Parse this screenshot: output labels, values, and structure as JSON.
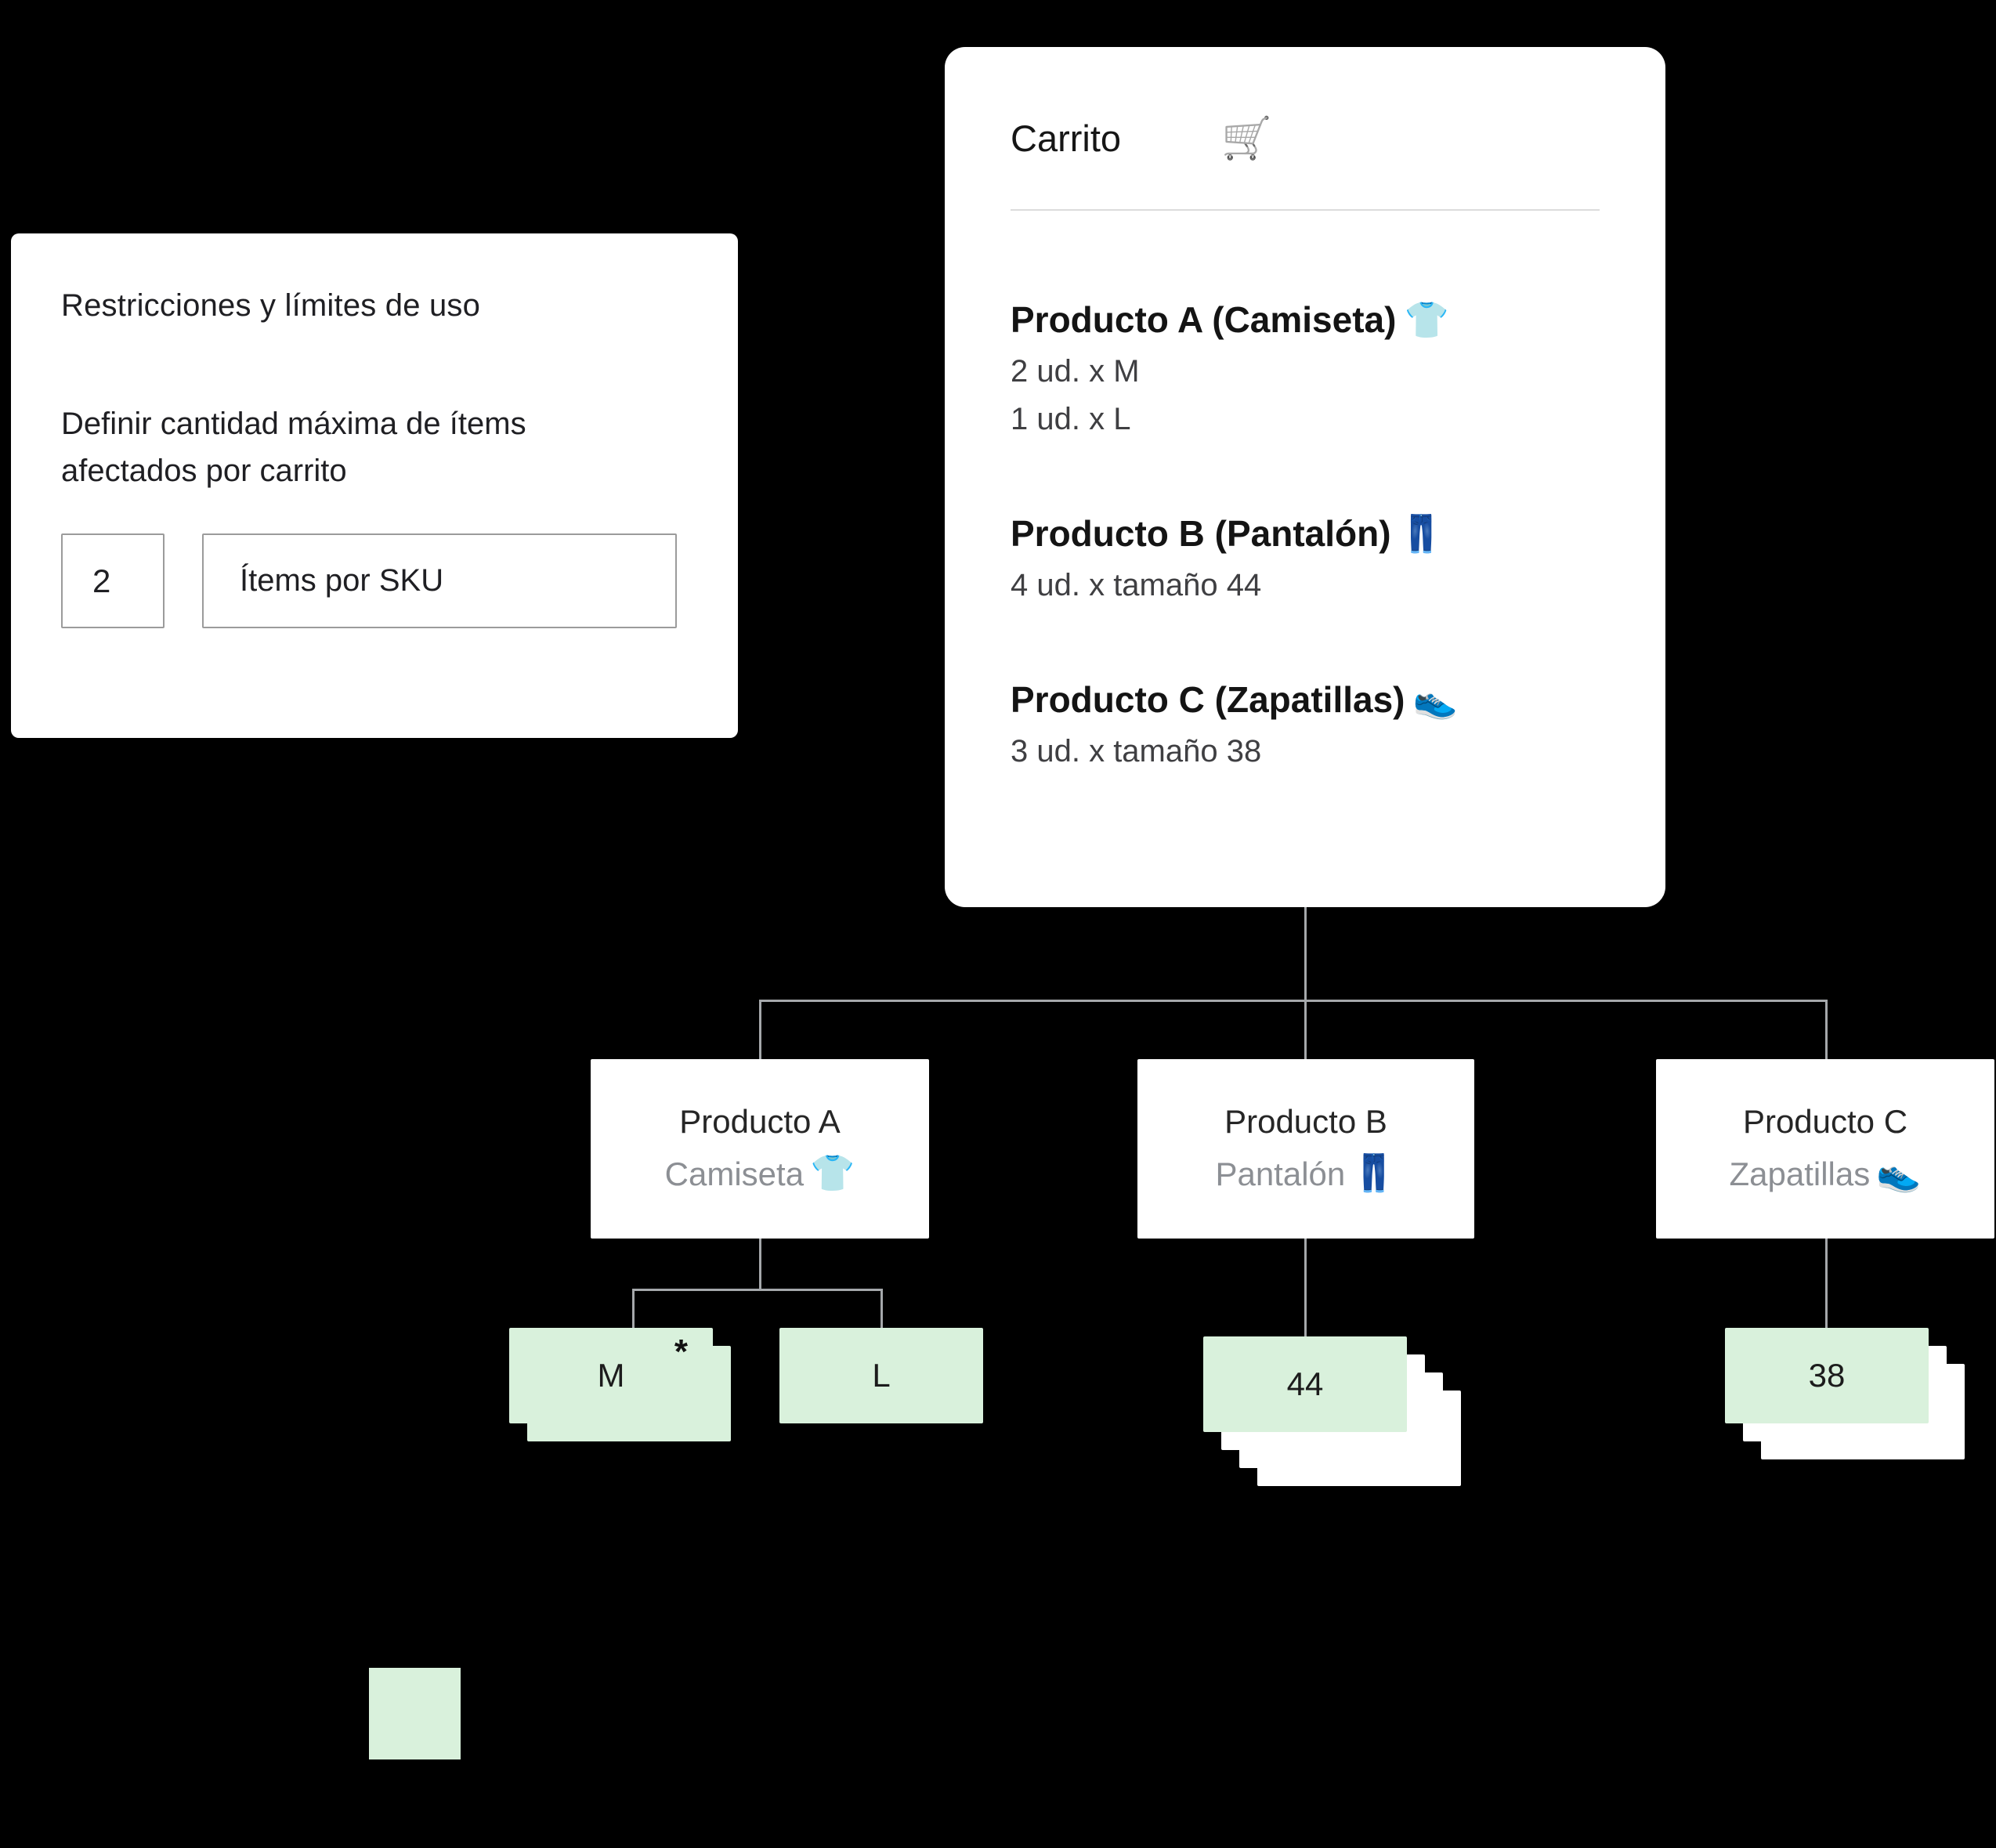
{
  "colors": {
    "background": "#000000",
    "card_background": "#ffffff",
    "mint_green": "#d9f1dc",
    "connector_gray": "#a5a8ab",
    "text_dark": "#1f1f23",
    "text_gray": "#8c8f94"
  },
  "restrictions_card": {
    "title": "Restricciones y límites de uso",
    "description": "Definir cantidad máxima de ítems afectados por carrito",
    "quantity_value": "2",
    "unit_label": "Ítems por SKU"
  },
  "cart_card": {
    "title": "Carrito",
    "cart_icon": "🛒",
    "items": [
      {
        "name": "Producto A (Camiseta)",
        "icon": "👕",
        "lines": [
          "2 ud. x M",
          "1 ud. x L"
        ]
      },
      {
        "name": "Producto B (Pantalón)",
        "icon": "👖",
        "lines": [
          "4 ud. x tamaño 44"
        ]
      },
      {
        "name": "Producto C (Zapatillas)",
        "icon": "👟",
        "lines": [
          "3 ud. x  tamaño 38"
        ]
      }
    ]
  },
  "tree": {
    "products": [
      {
        "name": "Producto A",
        "subtitle": "Camiseta",
        "icon": "👕",
        "variants": [
          {
            "label": "M",
            "stack_count": 2,
            "marker": "*"
          },
          {
            "label": "L",
            "stack_count": 1,
            "marker": ""
          }
        ]
      },
      {
        "name": "Producto B",
        "subtitle": "Pantalón",
        "icon": "👖",
        "variants": [
          {
            "label": "44",
            "stack_count": 4,
            "marker": ""
          }
        ]
      },
      {
        "name": "Producto C",
        "subtitle": "Zapatillas",
        "icon": "👟",
        "variants": [
          {
            "label": "38",
            "stack_count": 3,
            "marker": ""
          }
        ]
      }
    ]
  },
  "legend": {
    "swatch_color": "#d9f1dc"
  }
}
